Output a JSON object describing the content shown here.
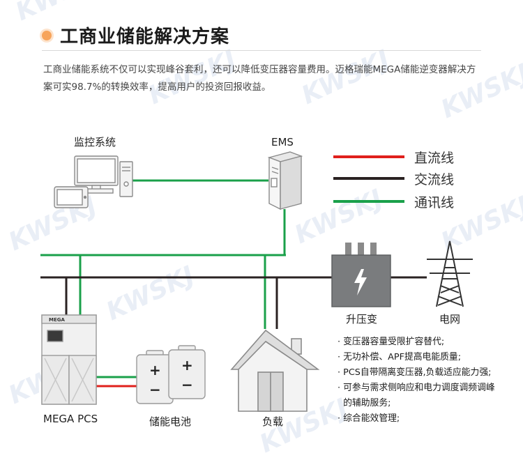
{
  "title": "工商业储能解决方案",
  "intro": "工商业储能系统不仅可以实现峰谷套利，还可以降低变压器容量费用。迈格瑞能MEGA储能逆变器解决方案可实98.7%的转换效率，提高用户的投资回报收益。",
  "colors": {
    "dc_line": "#e0201c",
    "ac_line": "#2a2222",
    "comm_line": "#1aa04a",
    "accent_dot": "#f7a45b",
    "watermark": "#e9eef6"
  },
  "legend": [
    {
      "label": "直流线",
      "color": "#e0201c"
    },
    {
      "label": "交流线",
      "color": "#2a2222"
    },
    {
      "label": "通讯线",
      "color": "#1aa04a"
    }
  ],
  "nodes": {
    "monitor": "监控系统",
    "ems": "EMS",
    "transformer": "升压变",
    "grid": "电网",
    "pcs": "MEGA PCS",
    "pcs_brand": "MEGA",
    "battery": "储能电池",
    "load": "负载"
  },
  "battery_symbols": {
    "plus": "+",
    "minus": "−"
  },
  "features": [
    "· 变压器容量受限扩容替代;",
    "· 无功补偿、APF提高电能质量;",
    "· PCS自带隔离变压器,负载适应能力强;",
    "· 可参与需求侧响应和电力调度调频调峰",
    "  的辅助服务;",
    "· 综合能效管理;"
  ],
  "watermark": "KWSKJ"
}
